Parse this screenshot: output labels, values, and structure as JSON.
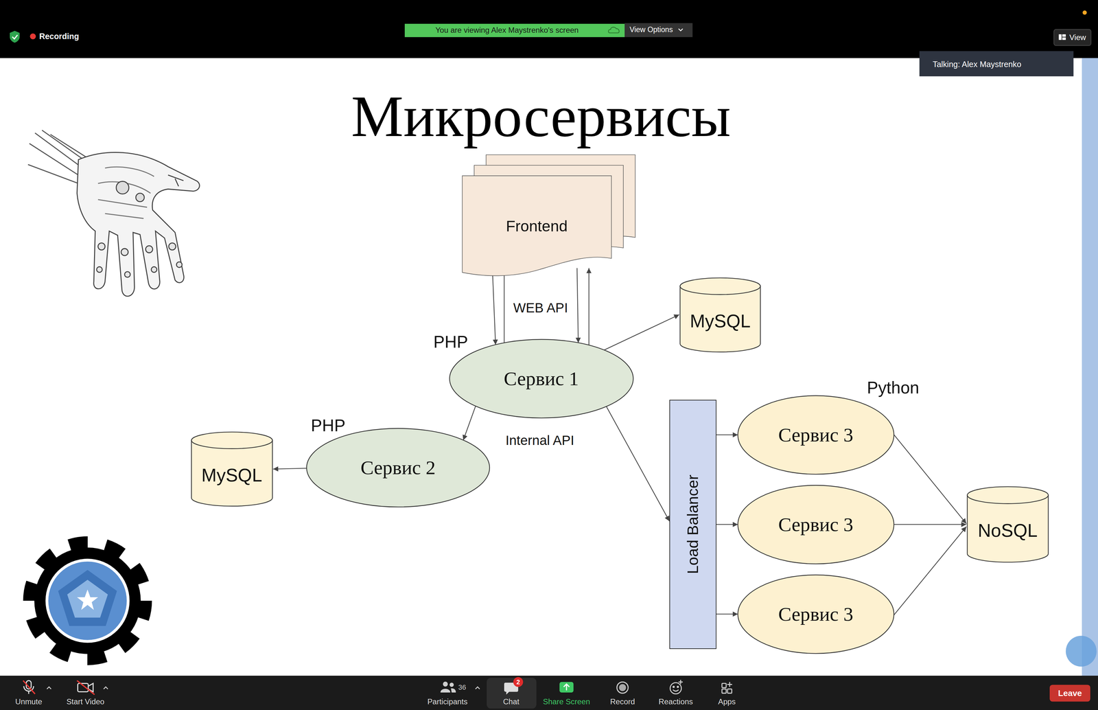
{
  "diagram": {
    "title": "Микросервисы",
    "nodes": [
      {
        "text": [
          "Frontend"
        ]
      },
      {
        "text": [
          "MySQL"
        ]
      },
      {
        "text": [
          "PHP",
          "Сервис 1"
        ]
      },
      {
        "text": [
          "PHP",
          "Сервис 2"
        ]
      },
      {
        "text": [
          "MySQL"
        ]
      },
      {
        "text": [
          "Load Balancer"
        ]
      },
      {
        "text": [
          "Python",
          "Сервис 3"
        ]
      },
      {
        "text": [
          "Сервис 3"
        ]
      },
      {
        "text": [
          "Сервис 3"
        ]
      },
      {
        "text": [
          "NoSQL"
        ]
      }
    ],
    "edges": [
      {
        "from": 0,
        "to": 2,
        "arrow": "to"
      },
      {
        "from": 2,
        "to": 0,
        "arrow": "to"
      },
      {
        "from": 0,
        "to": 2,
        "arrow": "to"
      },
      {
        "from": 2,
        "to": 0,
        "arrow": "to"
      },
      {
        "from": 2,
        "to": 1,
        "arrow": "to"
      },
      {
        "from": 2,
        "to": 3,
        "arrow": "to"
      },
      {
        "from": 3,
        "to": 4,
        "arrow": "to"
      },
      {
        "from": 2,
        "to": 5,
        "arrow": "to"
      },
      {
        "from": 5,
        "to": 6,
        "arrow": "to"
      },
      {
        "from": 5,
        "to": 7,
        "arrow": "to"
      },
      {
        "from": 5,
        "to": 8,
        "arrow": "to"
      },
      {
        "from": 6,
        "to": 9,
        "arrow": "to"
      },
      {
        "from": 7,
        "to": 9,
        "arrow": "to"
      },
      {
        "from": 8,
        "to": 9,
        "arrow": "to"
      }
    ],
    "labels": [
      "Recording",
      "You are viewing Alex Maystrenko's screen",
      "View Options",
      "View",
      "Talking: Alex Maystrenko",
      "WEB API",
      "Internal API",
      "Unmute",
      "Start Video",
      "36",
      "Participants",
      "2",
      "Chat",
      "Share Screen",
      "Record",
      "Reactions",
      "Apps",
      "Leave"
    ]
  }
}
